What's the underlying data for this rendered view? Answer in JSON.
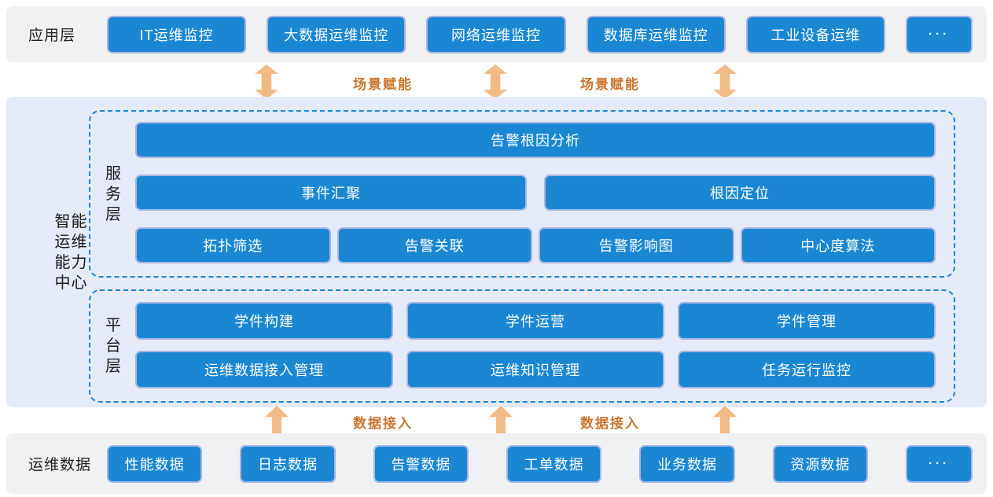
{
  "colors": {
    "band_gray": "#f0f1f2",
    "band_blue": "#e4eaf7",
    "box_blue": "#1b87d3",
    "box_border": "#a8b5e2",
    "dashed_border": "#1e86d2",
    "arrow_orange": "#f2ba84",
    "flow_text_orange": "#c8762f",
    "box_text": "#ffffff",
    "label_text": "#1a1a1a"
  },
  "app_layer": {
    "label": "应用层",
    "boxes": [
      "IT运维监控",
      "大数据运维监控",
      "网络运维监控",
      "数据库运维监控",
      "工业设备运维"
    ],
    "more_label": "···"
  },
  "scene_links": {
    "labels": [
      "场景赋能",
      "场景赋能"
    ]
  },
  "center": {
    "title_lines": [
      "智能",
      "运维",
      "能力",
      "中心"
    ],
    "service_layer": {
      "label_chars": [
        "服",
        "务",
        "层"
      ],
      "row1": [
        "告警根因分析"
      ],
      "row2": [
        "事件汇聚",
        "根因定位"
      ],
      "row3": [
        "拓扑筛选",
        "告警关联",
        "告警影响图",
        "中心度算法"
      ]
    },
    "platform_layer": {
      "label_chars": [
        "平",
        "台",
        "层"
      ],
      "row1": [
        "学件构建",
        "学件运营",
        "学件管理"
      ],
      "row2": [
        "运维数据接入管理",
        "运维知识管理",
        "任务运行监控"
      ]
    }
  },
  "data_links": {
    "labels": [
      "数据接入",
      "数据接入"
    ]
  },
  "data_layer": {
    "label": "运维数据",
    "boxes": [
      "性能数据",
      "日志数据",
      "告警数据",
      "工单数据",
      "业务数据",
      "资源数据"
    ],
    "more_label": "···"
  }
}
